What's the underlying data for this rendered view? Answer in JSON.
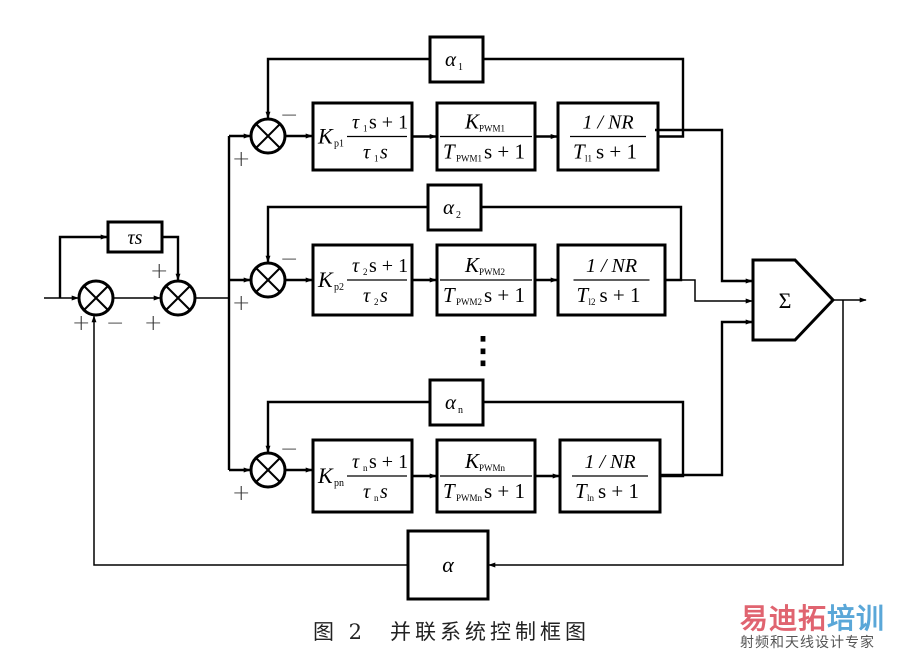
{
  "figure": {
    "caption_label": "图 2",
    "caption_text": "并联系统控制框图",
    "watermark": {
      "brand_red": "易迪拓",
      "brand_blue": "培训",
      "tagline": "射频和天线设计专家",
      "colors": {
        "red": "#e06470",
        "blue": "#5aa7d8"
      }
    }
  },
  "diagram": {
    "feedforward_block": {
      "label": "τs"
    },
    "input_junction": {
      "signs": [
        "+",
        "−"
      ]
    },
    "second_junction": {
      "signs": [
        "+",
        "+"
      ]
    },
    "branches": [
      {
        "id": "1",
        "junction_signs": [
          "+",
          "−"
        ],
        "feedback_gain": {
          "symbol": "α",
          "sub": "1"
        },
        "controller": {
          "gain": "K",
          "gain_sub": "p1",
          "num_tau": "τ",
          "num_tau_sub": "1",
          "num_rest": "s + 1",
          "den_tau": "τ",
          "den_tau_sub": "1",
          "den_rest": "s"
        },
        "pwm": {
          "num": "K",
          "num_sub": "PWM1",
          "den": "T",
          "den_sub": "PWM1",
          "den_rest": "s + 1"
        },
        "plant": {
          "num": "1 / NR",
          "den": "T",
          "den_sub": "l1",
          "den_rest": "s + 1"
        }
      },
      {
        "id": "2",
        "junction_signs": [
          "+",
          "−"
        ],
        "feedback_gain": {
          "symbol": "α",
          "sub": "2"
        },
        "controller": {
          "gain": "K",
          "gain_sub": "p2",
          "num_tau": "τ",
          "num_tau_sub": "2",
          "num_rest": "s + 1",
          "den_tau": "τ",
          "den_tau_sub": "2",
          "den_rest": "s"
        },
        "pwm": {
          "num": "K",
          "num_sub": "PWM2",
          "den": "T",
          "den_sub": "PWM2",
          "den_rest": "s + 1"
        },
        "plant": {
          "num": "1 / NR",
          "den": "T",
          "den_sub": "l2",
          "den_rest": "s + 1"
        }
      },
      {
        "id": "n",
        "junction_signs": [
          "+",
          "−"
        ],
        "feedback_gain": {
          "symbol": "α",
          "sub": "n"
        },
        "controller": {
          "gain": "K",
          "gain_sub": "pn",
          "num_tau": "τ",
          "num_tau_sub": "n",
          "num_rest": "s + 1",
          "den_tau": "τ",
          "den_tau_sub": "n",
          "den_rest": "s"
        },
        "pwm": {
          "num": "K",
          "num_sub": "PWMn",
          "den": "T",
          "den_sub": "PWMn",
          "den_rest": "s + 1"
        },
        "plant": {
          "num": "1 / NR",
          "den": "T",
          "den_sub": "ln",
          "den_rest": "s + 1"
        }
      }
    ],
    "ellipsis": "⋮",
    "summer": {
      "label": "Σ"
    },
    "outer_feedback": {
      "label": "α"
    }
  }
}
